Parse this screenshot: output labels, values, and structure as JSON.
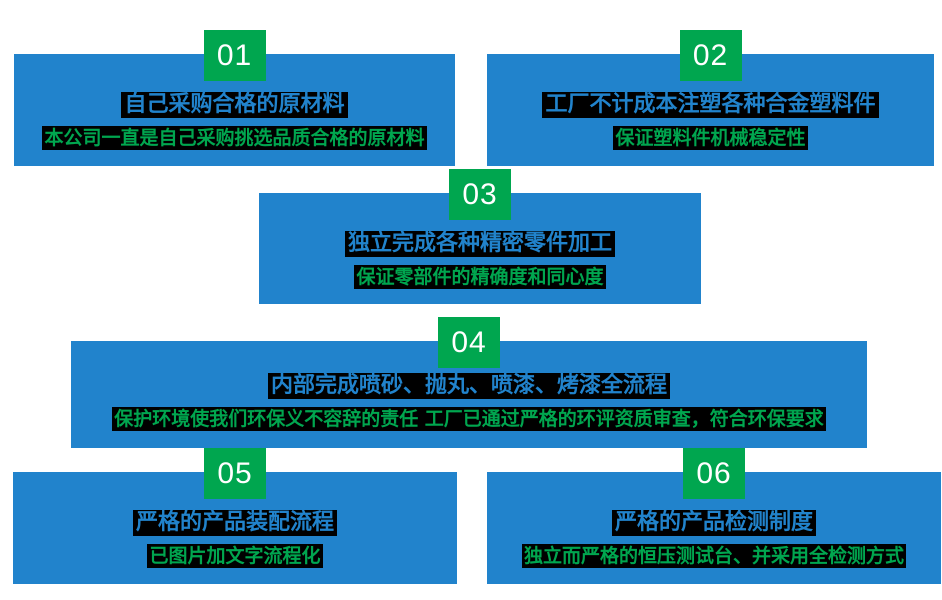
{
  "colors": {
    "box_blue": "#2183cc",
    "badge_green": "#00a64f",
    "badge_text": "#ffffff",
    "subtitle_green": "#00a64f",
    "highlight_black": "#000000"
  },
  "steps": [
    {
      "number": "01",
      "title": "自己采购合格的原材料",
      "subtitle": "本公司一直是自己采购挑选品质合格的原材料"
    },
    {
      "number": "02",
      "title": "工厂不计成本注塑各种合金塑料件",
      "subtitle": "保证塑料件机械稳定性"
    },
    {
      "number": "03",
      "title": "独立完成各种精密零件加工",
      "subtitle": "保证零部件的精确度和同心度"
    },
    {
      "number": "04",
      "title": "内部完成喷砂、抛丸、喷漆、烤漆全流程",
      "subtitle": "保护环境使我们环保义不容辞的责任 工厂已通过严格的环评资质审查，符合环保要求"
    },
    {
      "number": "05",
      "title": "严格的产品装配流程",
      "subtitle": "已图片加文字流程化"
    },
    {
      "number": "06",
      "title": "严格的产品检测制度",
      "subtitle": "独立而严格的恒压测试台、并采用全检测方式"
    }
  ]
}
